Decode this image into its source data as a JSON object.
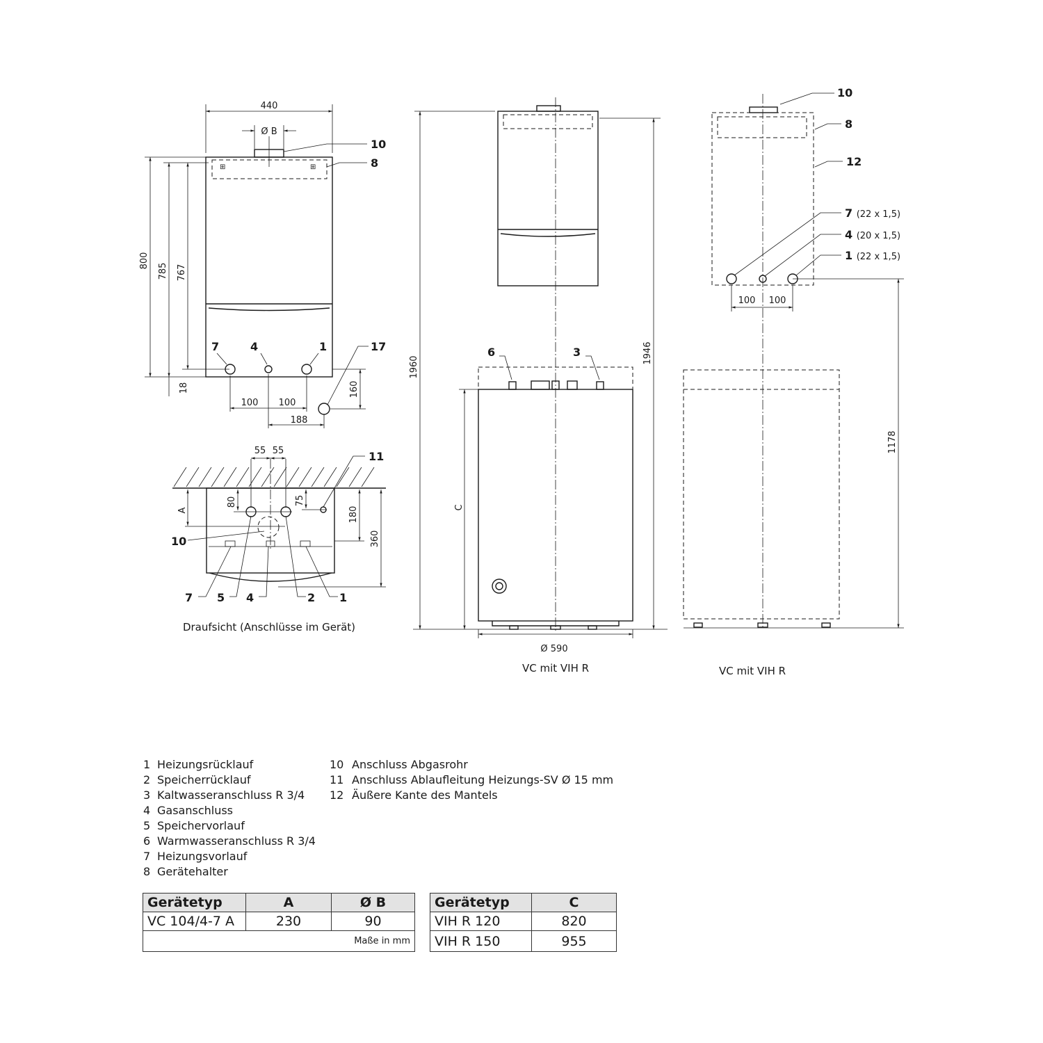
{
  "view_front": {
    "dim_width": "440",
    "dim_flue": "Ø B",
    "dim_h1": "800",
    "dim_h2": "785",
    "dim_h3": "767",
    "dim_h4": "18",
    "dim_s1": "100",
    "dim_s2": "100",
    "dim_s3": "188",
    "dim_s4": "160",
    "callouts": {
      "c10": "10",
      "c8": "8",
      "c7": "7",
      "c4": "4",
      "c1": "1",
      "c17": "17"
    }
  },
  "view_top": {
    "dim_55a": "55",
    "dim_55b": "55",
    "dim_80": "80",
    "dim_75": "75",
    "dim_a": "A",
    "dim_180": "180",
    "dim_360": "360",
    "callouts": {
      "c11": "11",
      "c10": "10",
      "c7": "7",
      "c5": "5",
      "c4": "4",
      "c2": "2",
      "c1": "1"
    },
    "caption": "Draufsicht (Anschlüsse im Gerät)"
  },
  "view_combo": {
    "dim_1960": "1960",
    "dim_1946": "1946",
    "dim_c": "C",
    "dim_dia": "Ø 590",
    "callouts": {
      "c6": "6",
      "c3": "3"
    },
    "caption": "VC mit VIH R"
  },
  "view_side": {
    "callouts": {
      "c10": "10",
      "c8": "8",
      "c12": "12",
      "c7": "7",
      "c4": "4",
      "c1": "1"
    },
    "sizes": {
      "s7": "(22 x 1,5)",
      "s4": "(20 x 1,5)",
      "s1": "(22 x 1,5)"
    },
    "dim_100a": "100",
    "dim_100b": "100",
    "dim_1178": "1178",
    "caption": "VC mit VIH R"
  },
  "legend": [
    {
      "num": "1",
      "text": "Heizungsrücklauf"
    },
    {
      "num": "2",
      "text": "Speicherrücklauf"
    },
    {
      "num": "3",
      "text": "Kaltwasseranschluss R 3/4"
    },
    {
      "num": "4",
      "text": "Gasanschluss"
    },
    {
      "num": "5",
      "text": "Speichervorlauf"
    },
    {
      "num": "6",
      "text": "Warmwasseranschluss R 3/4"
    },
    {
      "num": "7",
      "text": "Heizungsvorlauf"
    },
    {
      "num": "8",
      "text": "Gerätehalter"
    }
  ],
  "legend2": [
    {
      "num": "10",
      "text": "Anschluss Abgasrohr"
    },
    {
      "num": "11",
      "text": "Anschluss Ablaufleitung Heizungs-SV Ø 15 mm"
    },
    {
      "num": "12",
      "text": "Äußere Kante des Mantels"
    }
  ],
  "table1": {
    "headers": [
      "Gerätetyp",
      "A",
      "Ø B"
    ],
    "rows": [
      [
        "VC 104/4-7 A",
        "230",
        "90"
      ]
    ],
    "note": "Maße in mm"
  },
  "table2": {
    "headers": [
      "Gerätetyp",
      "C"
    ],
    "rows": [
      [
        "VIH R 120",
        "820"
      ],
      [
        "VIH R 150",
        "955"
      ]
    ]
  }
}
